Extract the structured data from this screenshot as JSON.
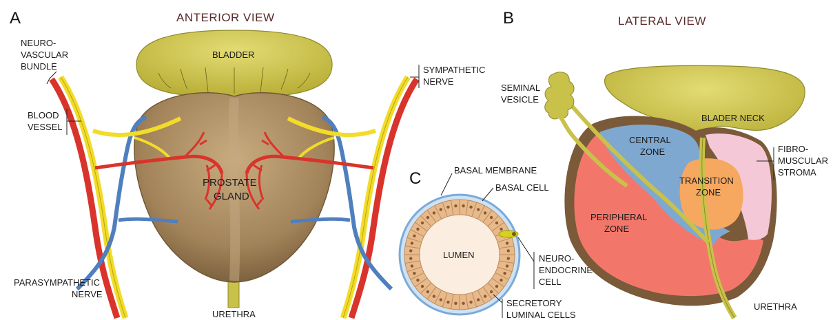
{
  "panels": {
    "a": {
      "letter": "A",
      "title": "ANTERIOR VIEW"
    },
    "b": {
      "letter": "B",
      "title": "LATERAL VIEW"
    },
    "c": {
      "letter": "C"
    }
  },
  "labels_a": {
    "bladder": "BLADDER",
    "neurovascular_1": "NEURO-",
    "neurovascular_2": "VASCULAR",
    "neurovascular_3": "BUNDLE",
    "blood_vessel_1": "BLOOD",
    "blood_vessel_2": "VESSEL",
    "sympathetic_1": "SYMPATHETIC",
    "sympathetic_2": "NERVE",
    "prostate_1": "PROSTATE",
    "prostate_2": "GLAND",
    "parasympathetic_1": "PARASYMPATHETIC",
    "parasympathetic_2": "NERVE",
    "urethra": "URETHRA"
  },
  "labels_c": {
    "basal_membrane": "BASAL MEMBRANE",
    "basal_cell": "BASAL CELL",
    "lumen": "LUMEN",
    "neuro_1": "NEURO-",
    "neuro_2": "ENDOCRINE",
    "neuro_3": "CELL",
    "secretory_1": "SECRETORY",
    "secretory_2": "LUMINAL CELLS"
  },
  "labels_b": {
    "seminal_1": "SEMINAL",
    "seminal_2": "VESICLE",
    "bladder_neck": "BLADER NECK",
    "central_1": "CENTRAL",
    "central_2": "ZONE",
    "fibro_1": "FIBRO-",
    "fibro_2": "MUSCULAR",
    "fibro_3": "STROMA",
    "transition_1": "TRANSITION",
    "transition_2": "ZONE",
    "peripheral_1": "PERIPHERAL",
    "peripheral_2": "ZONE",
    "urethra": "URETHRA"
  },
  "colors": {
    "bladder": "#c9c24a",
    "prostate": "#a98a5e",
    "nerve": "#f2dc2a",
    "artery": "#d9342b",
    "vein": "#4f7fbf",
    "central_zone": "#7fa8d0",
    "peripheral_zone": "#f2776a",
    "transition_zone": "#f7a860",
    "stroma": "#f5c8d8",
    "capsule": "#7a5a38",
    "cell": "#e8b98a",
    "lumen": "#fbeee0",
    "membrane": "#7aaad8"
  }
}
